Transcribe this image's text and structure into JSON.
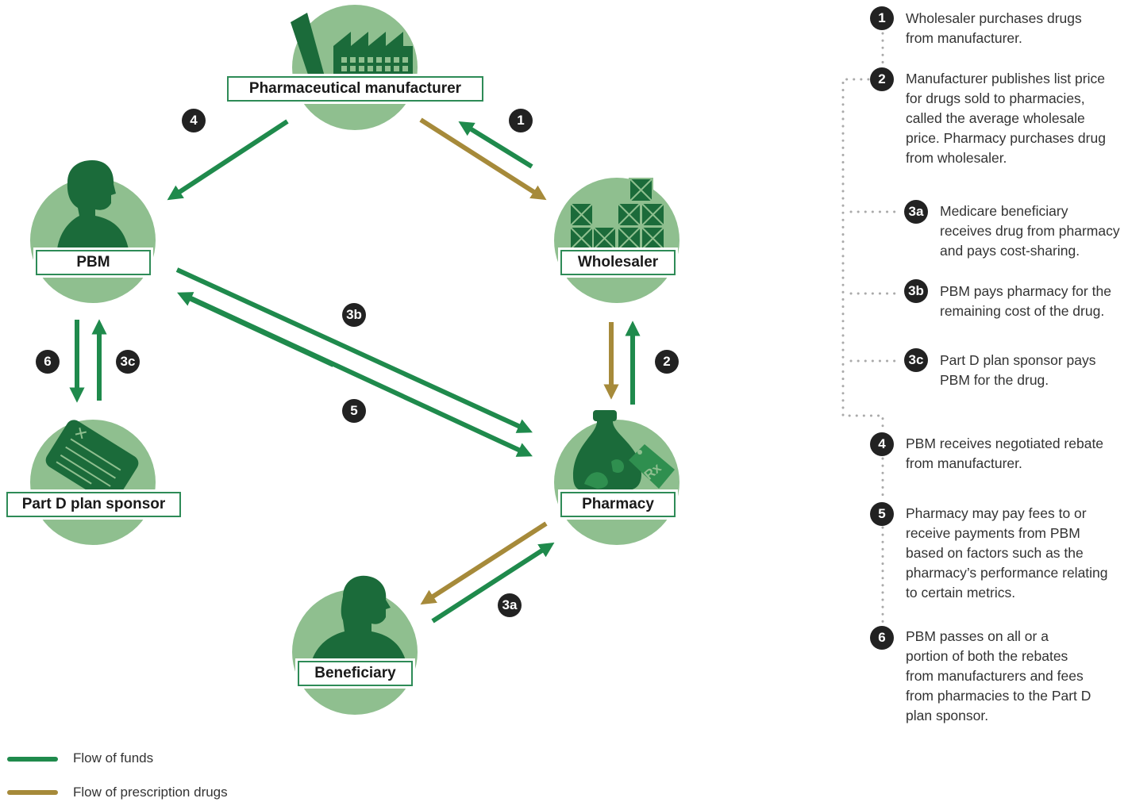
{
  "colors": {
    "funds": "#1f8a4c",
    "drugs": "#a68a3a",
    "circle": "#8fbf8f",
    "icon": "#1b6b3a",
    "badge": "#222222"
  },
  "nodes": {
    "manufacturer": "Pharmaceutical manufacturer",
    "pbm": "PBM",
    "wholesaler": "Wholesaler",
    "sponsor": "Part D plan sponsor",
    "pharmacy": "Pharmacy",
    "beneficiary": "Beneficiary"
  },
  "pharmacy_tag": "Rx",
  "badges": {
    "b1": "1",
    "b2": "2",
    "b3a": "3a",
    "b3b": "3b",
    "b3c": "3c",
    "b4": "4",
    "b5": "5",
    "b6": "6"
  },
  "steps": [
    {
      "num": "1",
      "text": "Wholesaler purchases drugs\nfrom manufacturer."
    },
    {
      "num": "2",
      "text": "Manufacturer publishes list price\nfor drugs sold to pharmacies,\ncalled the average wholesale\nprice. Pharmacy purchases drug\nfrom wholesaler."
    },
    {
      "num": "3a",
      "text": "Medicare beneficiary\nreceives drug from pharmacy\nand pays cost-sharing."
    },
    {
      "num": "3b",
      "text": "PBM pays pharmacy for the\nremaining cost of the drug."
    },
    {
      "num": "3c",
      "text": "Part D plan sponsor pays\nPBM for the drug."
    },
    {
      "num": "4",
      "text": "PBM receives negotiated rebate\nfrom manufacturer."
    },
    {
      "num": "5",
      "text": "Pharmacy may pay fees to or\nreceive payments from PBM\nbased on factors such as the\npharmacy’s performance relating\nto certain metrics."
    },
    {
      "num": "6",
      "text": "PBM passes on all or a\nportion of both the rebates\nfrom manufacturers and fees\nfrom pharmacies to the Part D\nplan sponsor."
    }
  ],
  "legend": {
    "funds": "Flow of funds",
    "drugs": "Flow of prescription drugs"
  }
}
